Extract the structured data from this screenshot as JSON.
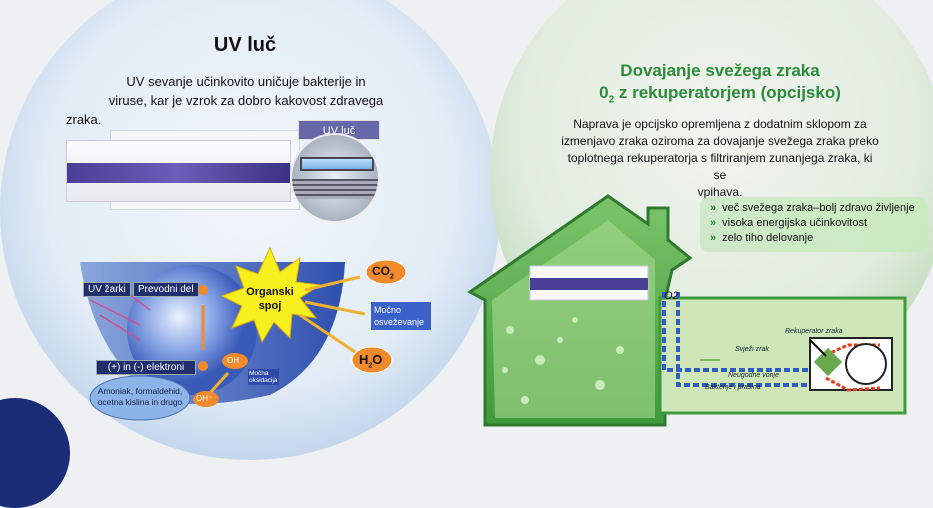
{
  "uv_section": {
    "title": "UV luč",
    "description_lines": [
      "UV sevanje učinkovito uničuje bakterije in",
      "viruse, kar je vzrok za dobro kakovost zdravega",
      "zraka."
    ],
    "lamp_label": "UV luč",
    "diagram": {
      "uv_rays": "UV žarki",
      "conductive_part": "Prevodni del",
      "electrons": "(+) in (-) elektroni",
      "pollutants_lines": [
        "Amoniak, formaldehid,",
        "ocetna kislina in drugo"
      ],
      "organic_compound_lines": [
        "Organski",
        "spoj"
      ],
      "co2": "CO",
      "co2_sub": "2",
      "refresh_lines": [
        "Močno",
        "osveževanje"
      ],
      "h2o_h": "H",
      "h2o_sub": "2",
      "h2o_o": "O",
      "oh": "OH",
      "oh_minus": "OH⁻",
      "oxidation_lines": [
        "Močna",
        "oksidacija"
      ]
    }
  },
  "fresh_air_section": {
    "title_line1": "Dovajanje svežega zraka",
    "title_line2_prefix": "0",
    "title_line2_sub": "2",
    "title_line2_rest": " z rekuperatorjem (opcijsko)",
    "description_lines": [
      "Naprava je opcijsko opremljena z dodatnim sklopom za",
      "izmenjavo zraka oziroma za dovajanje svežega zraka preko",
      "toplotnega rekuperatorja s filtriranjem zunanjega zraka, ki se",
      "vpihava."
    ],
    "bullet_marker": "»",
    "bullets": [
      "več svežega zraka–bolj zdravo življenje",
      "visoka energijska učinkovitost",
      "zelo tiho delovanje"
    ],
    "diagram": {
      "o2": "O2",
      "recuperator": "Rekuperator zraka",
      "fresh_air": "Svježi zrak",
      "odors": "Neugodne vonje",
      "bacteria": "Bakterije i prašina"
    }
  },
  "colors": {
    "title_green": "#2e8a3c",
    "label_navy": "#1f2f6e",
    "accent_orange": "#f08a2a",
    "star_yellow": "#f7f01e"
  }
}
